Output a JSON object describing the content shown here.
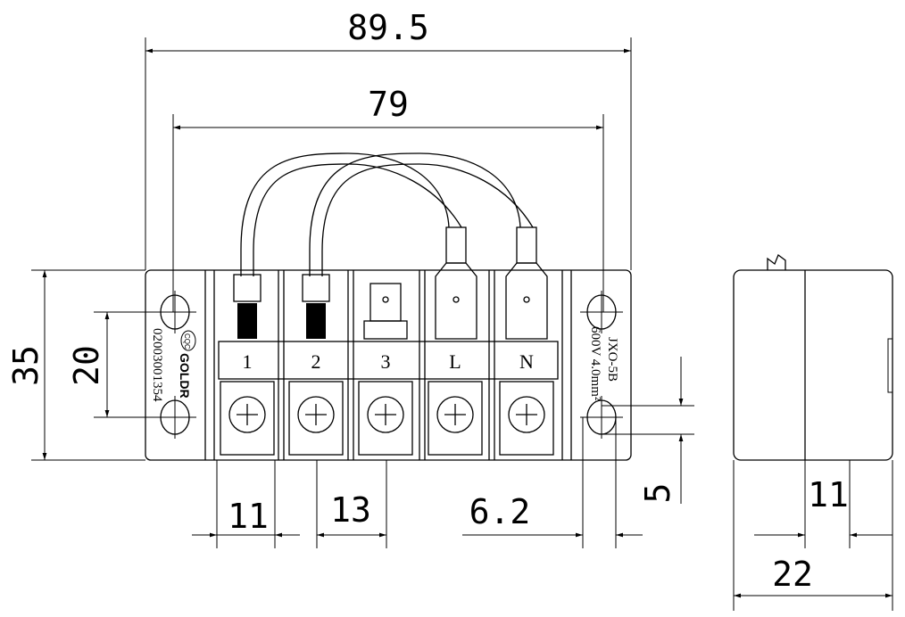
{
  "dimensions": {
    "overall_length": "89.5",
    "hole_spacing": "79",
    "overall_height": "35",
    "hole_vertical_spacing": "20",
    "dim_11": "11",
    "pitch": "13",
    "hole_offset": "6.2",
    "hole_diameter": "5",
    "side_half_depth": "11",
    "side_depth": "22"
  },
  "terminals": [
    "1",
    "2",
    "3",
    "L",
    "N"
  ],
  "left_marking": {
    "part_number": "02003001354",
    "cert_logo": "CQC",
    "brand": "GOLDR"
  },
  "right_marking": {
    "model": "JXO-5B",
    "rating": "600V 4.0mm²"
  }
}
